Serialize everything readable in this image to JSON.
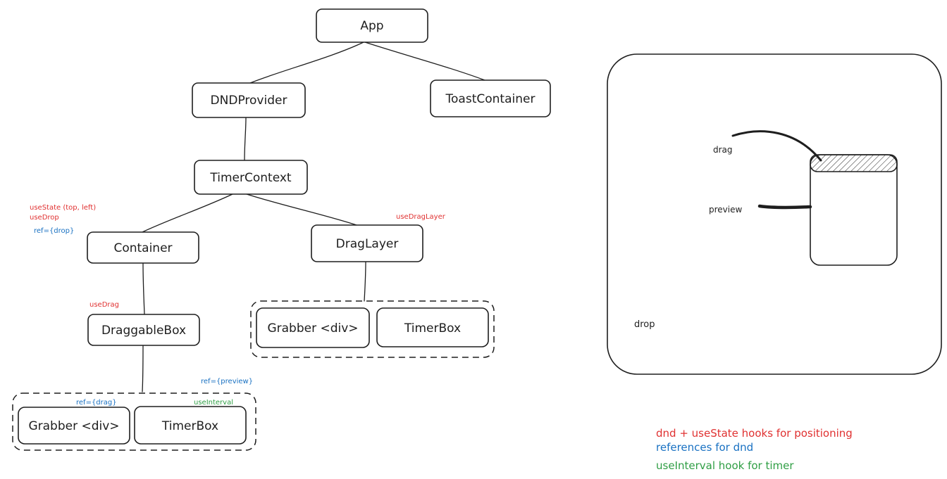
{
  "colors": {
    "ink": "#1e1e1e",
    "red": "#e03131",
    "blue": "#1971c2",
    "green": "#2f9e44"
  },
  "nodes": {
    "app": "App",
    "dnd_provider": "DNDProvider",
    "toast_container": "ToastContainer",
    "timer_context": "TimerContext",
    "container": "Container",
    "drag_layer": "DragLayer",
    "draggable_box": "DraggableBox",
    "grabber_right": "Grabber <div>",
    "timerbox_right": "TimerBox",
    "grabber_left": "Grabber <div>",
    "timerbox_left": "TimerBox"
  },
  "annotations": {
    "container_hook_state": "useState (top, left)",
    "container_hook_drop": "useDrop",
    "container_ref": "ref={drop}",
    "draglayer_hook": "useDragLayer",
    "draggablebox_hook": "useDrag",
    "preview_ref": "ref={preview}",
    "grabber_ref": "ref={drag}",
    "interval_hook": "useInterval"
  },
  "illustration": {
    "drag_label": "drag",
    "preview_label": "preview",
    "drop_label": "drop"
  },
  "legend": {
    "red_line": "dnd + useState hooks for positioning",
    "blue_line": "references for dnd",
    "green_line": "useInterval hook for timer"
  }
}
